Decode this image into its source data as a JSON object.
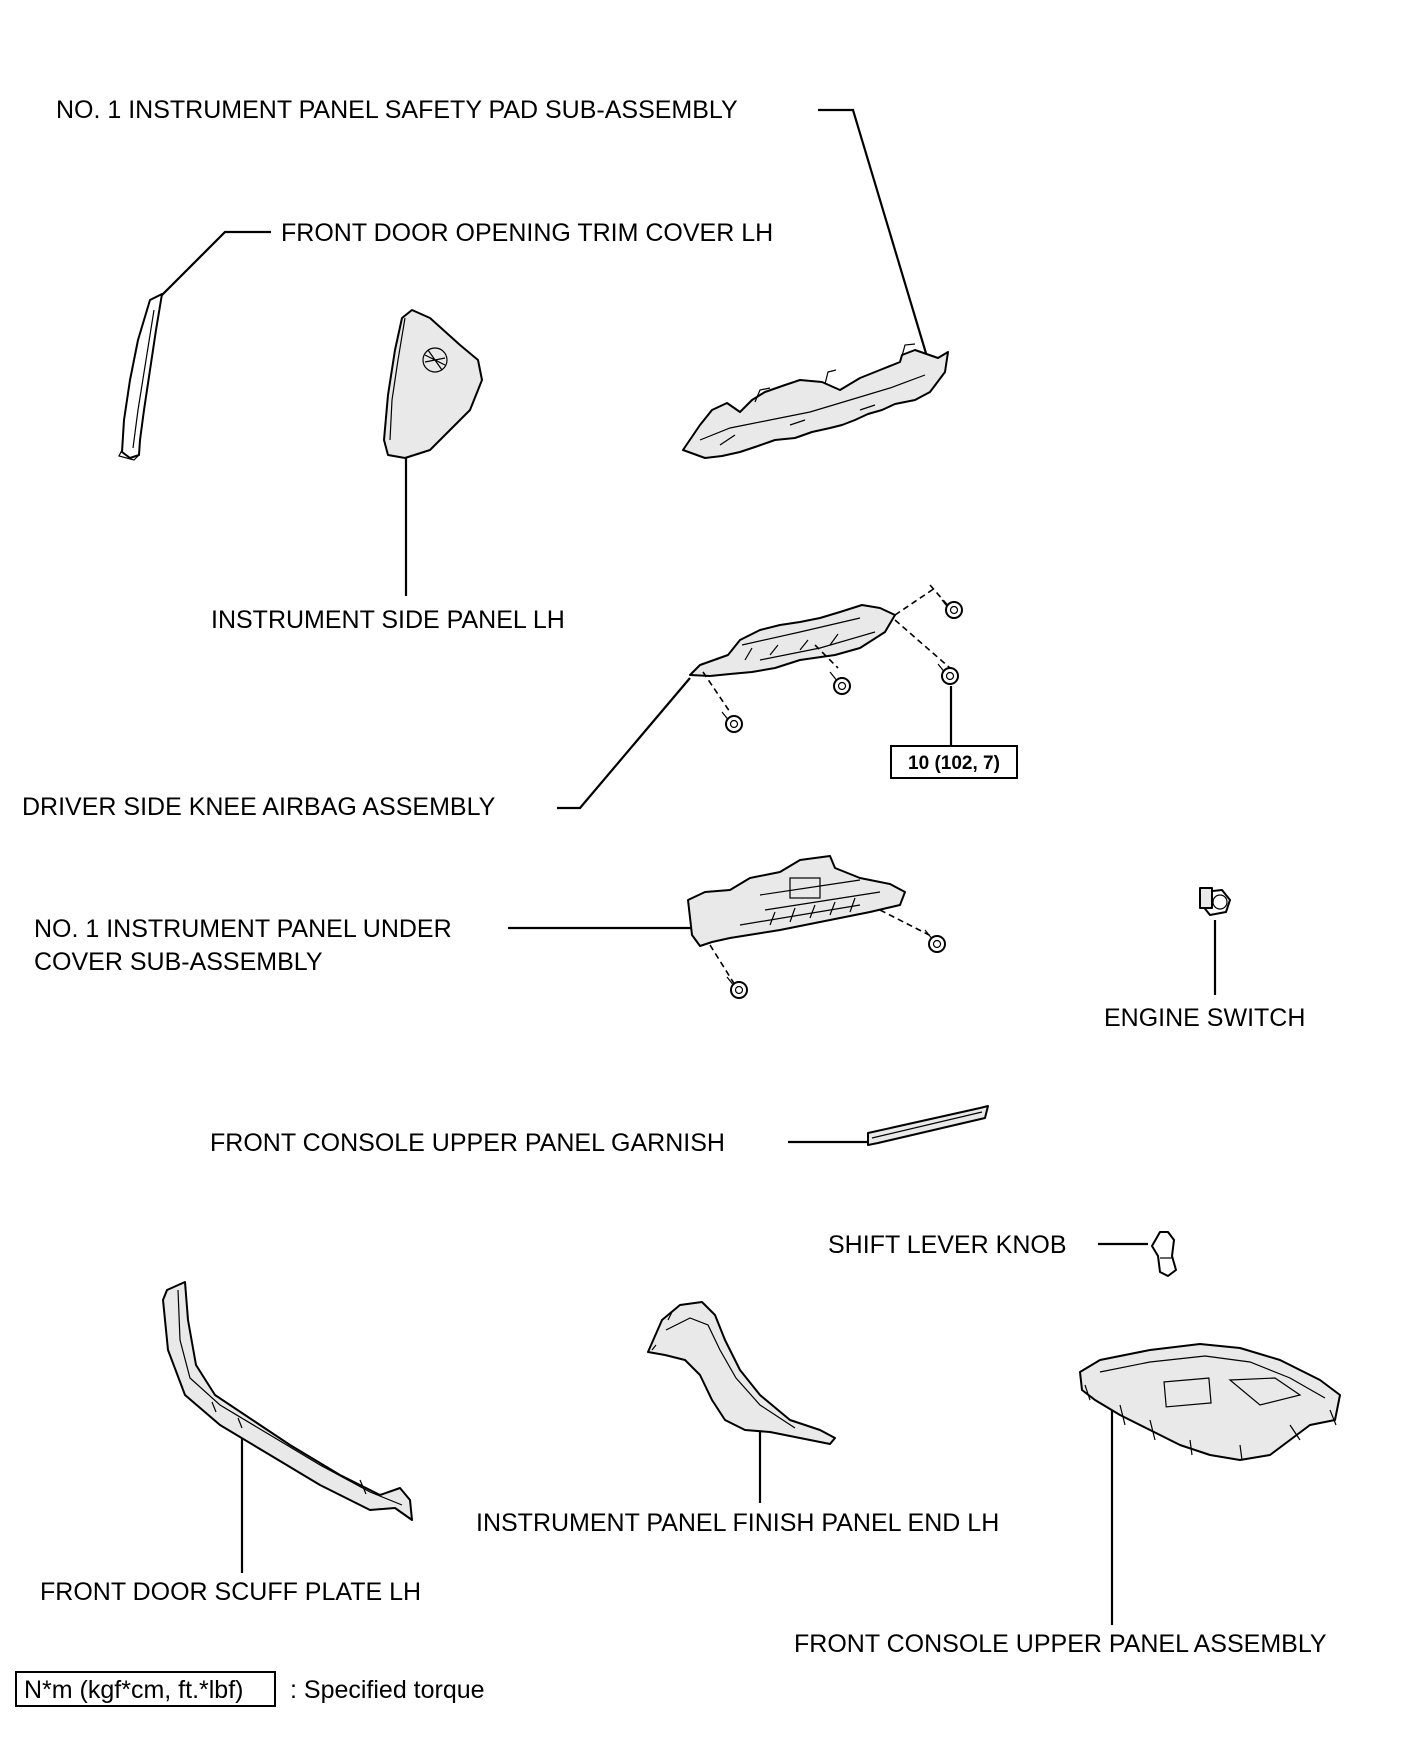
{
  "labels": {
    "safety_pad": "NO. 1 INSTRUMENT PANEL SAFETY PAD SUB-ASSEMBLY",
    "door_trim": "FRONT DOOR OPENING TRIM COVER LH",
    "side_panel": "INSTRUMENT SIDE PANEL LH",
    "knee_airbag": "DRIVER SIDE KNEE AIRBAG ASSEMBLY",
    "under_cover_line1": "NO. 1 INSTRUMENT PANEL UNDER",
    "under_cover_line2": "COVER SUB-ASSEMBLY",
    "engine_switch": "ENGINE SWITCH",
    "garnish": "FRONT CONSOLE UPPER PANEL GARNISH",
    "shift_knob": "SHIFT LEVER KNOB",
    "scuff_plate": "FRONT DOOR SCUFF PLATE LH",
    "finish_panel": "INSTRUMENT PANEL FINISH PANEL END LH",
    "console_panel": "FRONT CONSOLE UPPER PANEL ASSEMBLY"
  },
  "torque": {
    "value": "10 (102, 7)"
  },
  "legend": {
    "box": "N*m (kgf*cm, ft.*lbf)",
    "text": ": Specified torque"
  },
  "icons": [
    "bolt-icon",
    "safety-pad-part",
    "trim-cover-part",
    "side-panel-part",
    "knee-airbag-part",
    "under-cover-part",
    "engine-switch-part",
    "garnish-part",
    "shift-knob-part",
    "scuff-plate-part",
    "finish-panel-part",
    "console-panel-part"
  ]
}
